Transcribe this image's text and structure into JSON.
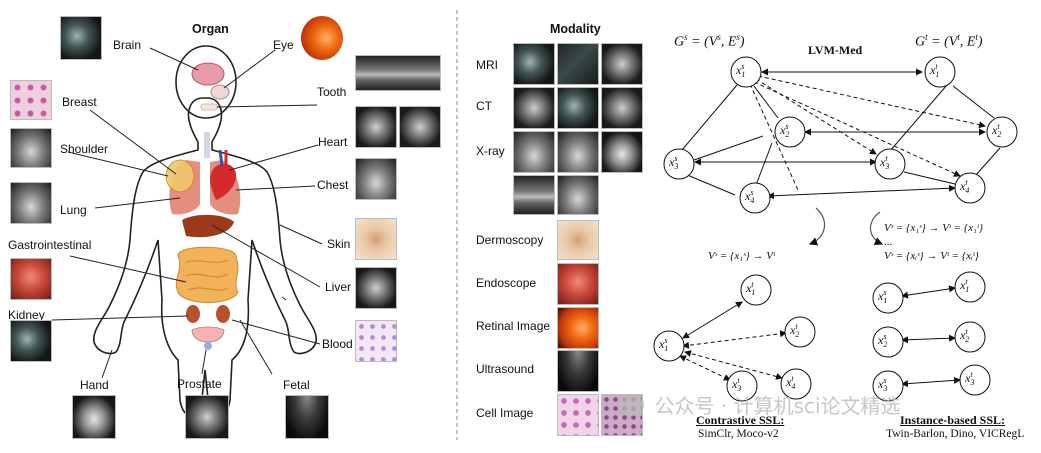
{
  "organ_panel": {
    "title": "Organ",
    "labels": {
      "brain": "Brain",
      "eye": "Eye",
      "tooth": "Tooth",
      "breast": "Breast",
      "shoulder": "Shoulder",
      "heart": "Heart",
      "chest": "Chest",
      "lung": "Lung",
      "skin": "Skin",
      "gastrointestinal": "Gastrointestinal",
      "liver": "Liver",
      "kidney": "Kidney",
      "blood": "Blood",
      "hand": "Hand",
      "prostate": "Prostate",
      "fetal": "Fetal"
    }
  },
  "modality_panel": {
    "title": "Modality",
    "labels": {
      "mri": "MRI",
      "ct": "CT",
      "xray": "X-ray",
      "dermoscopy": "Dermoscopy",
      "endoscope": "Endoscope",
      "retinal": "Retinal Image",
      "ultrasound": "Ultrasound",
      "cell": "Cell Image"
    }
  },
  "graph_panel": {
    "title": "LVM-Med",
    "gs": "G",
    "gs_sup": "s",
    "gs_rest": " = (V",
    "gs_v_sup": "s",
    "gs_mid": ", E",
    "gs_e_sup": "s",
    "gs_end": ")",
    "gt": "G",
    "gt_sup": "t",
    "gt_rest": " = (V",
    "gt_v_sup": "t",
    "gt_mid": ", E",
    "gt_e_sup": "t",
    "gt_end": ")",
    "nodes": {
      "x": "x",
      "s": "s",
      "t": "t",
      "n1": "1",
      "n2": "2",
      "n3": "3",
      "n4": "4"
    },
    "left_formula": "Vˢ = {x₁ˢ} →  Vᵗ",
    "right_formula_1": "Vˢ = {x₁ˢ} →  Vᵗ = {x₁ᵗ}",
    "right_formula_dots": "...",
    "right_formula_2": "Vˢ = {xᵢˢ} →  Vᵗ = {xᵢᵗ}",
    "contrastive_title": "Contrastive SSL:",
    "contrastive_methods": "SimClr, Moco-v2",
    "instance_title": "Instance-based SSL:",
    "instance_methods": "Twin-Barlon, Dino, VICRegL"
  },
  "watermark": "公众号 · 计算机sci论文精选",
  "colors": {
    "divider": "#888888",
    "organ_heart": "#d42a2a",
    "organ_lung": "#e07a6a",
    "organ_liver": "#9a3a1a",
    "organ_intestine": "#f2b25a",
    "body_outline": "#222222"
  }
}
